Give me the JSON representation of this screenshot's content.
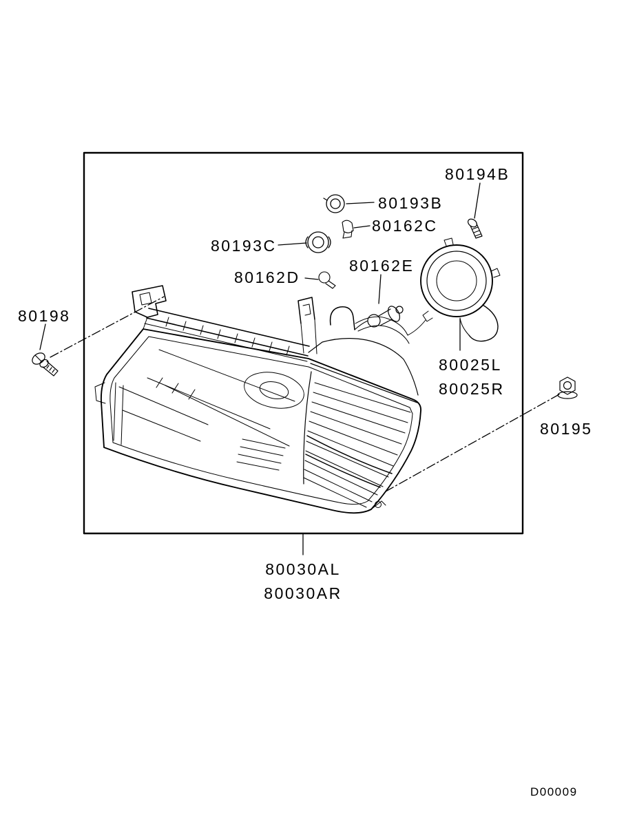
{
  "diagram": {
    "type": "exploded-parts-diagram",
    "subject": "headlamp-assembly",
    "labels": {
      "p80194B": "80194B",
      "p80193B": "80193B",
      "p80162C": "80162C",
      "p80193C": "80193C",
      "p80162D": "80162D",
      "p80162E": "80162E",
      "p80198": "80198",
      "p80025L": "80025L",
      "p80025R": "80025R",
      "p80195": "80195",
      "p80030AL": "80030AL",
      "p80030AR": "80030AR"
    },
    "footer_code": "D00009"
  },
  "colors": {
    "line": "#000000",
    "background": "#ffffff"
  }
}
